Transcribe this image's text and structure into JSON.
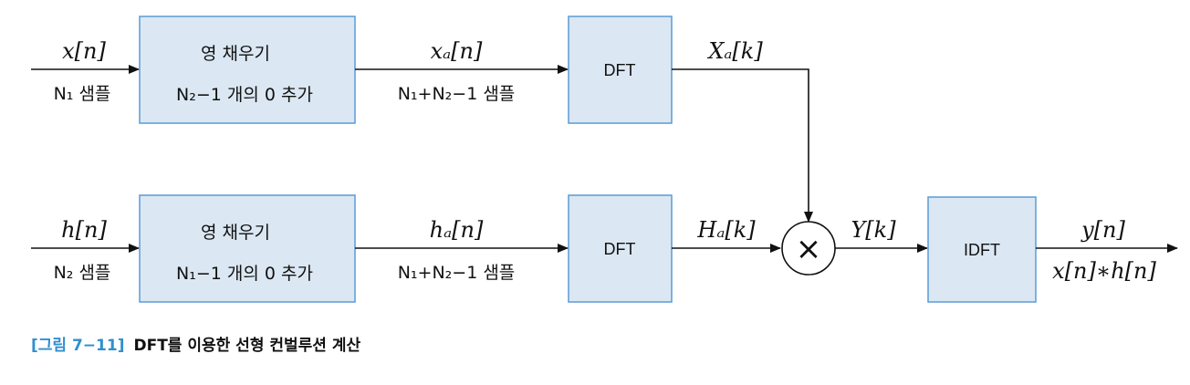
{
  "top_path": {
    "input_signal": "x[n]",
    "input_samples": "N₁ 샘플",
    "pad_title": "영 채우기",
    "pad_desc": "N₂−1 개의 0 추가",
    "padded_signal": "xₐ[n]",
    "padded_samples": "N₁+N₂−1 샘플",
    "dft_label": "DFT",
    "dft_output": "Xₐ[k]"
  },
  "bottom_path": {
    "input_signal": "h[n]",
    "input_samples": "N₂ 샘플",
    "pad_title": "영 채우기",
    "pad_desc": "N₁−1 개의 0 추가",
    "padded_signal": "hₐ[n]",
    "padded_samples": "N₁+N₂−1 샘플",
    "dft_label": "DFT",
    "dft_output": "Hₐ[k]"
  },
  "multiplier_symbol": "×",
  "product": "Y[k]",
  "idft_label": "IDFT",
  "output_signal": "y[n]",
  "output_expr": "x[n]∗h[n]",
  "caption": {
    "tag": "[그림 7−11]",
    "text": "DFT를 이용한 선형 컨벌루션 계산"
  }
}
